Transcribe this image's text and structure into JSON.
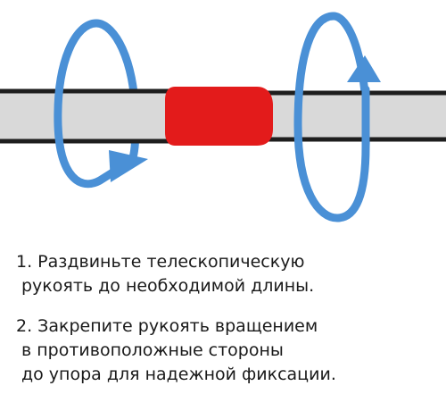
{
  "colors": {
    "rod_fill": "#d9d9d9",
    "rod_stroke": "#1e1e1e",
    "coupling": "#e31b1b",
    "arrow": "#4a90d6",
    "text": "#1a1a1a"
  },
  "icons": {
    "left_rotation": "rotate-clockwise-arrow-icon",
    "right_rotation": "rotate-counterclockwise-arrow-icon"
  },
  "instructions": {
    "step1": {
      "line1": "1. Раздвиньте телескопическую",
      "line2": "рукоять до необходимой длины."
    },
    "step2": {
      "line1": "2. Закрепите рукоять вращением",
      "line2": "в противоположные стороны",
      "line3": "до упора для надежной фиксации."
    }
  }
}
